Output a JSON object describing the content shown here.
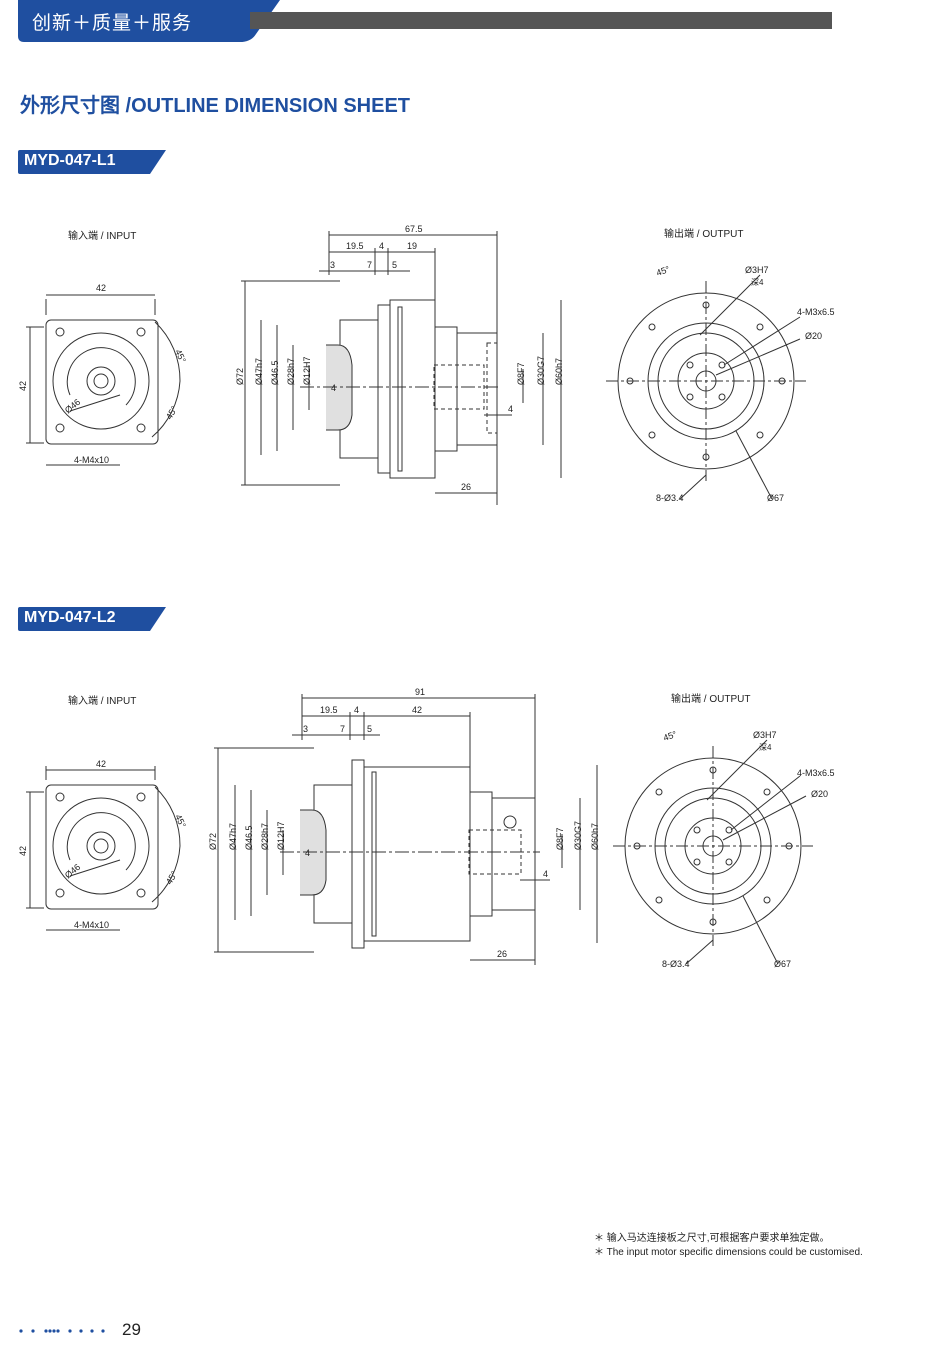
{
  "header": {
    "slogan": "创新＋质量＋服务"
  },
  "page": {
    "title": "外形尺寸图 /OUTLINE DIMENSION SHEET",
    "number": "29"
  },
  "colors": {
    "brand_blue": "#1f4fa0",
    "dark_bar": "#555555"
  },
  "models": [
    {
      "name": "MYD-047-L1",
      "input_label": "输入端 / INPUT",
      "output_label": "输出端 / OUTPUT",
      "input": {
        "width": "42",
        "height": "42",
        "angle1": "45°",
        "angle2": "45°",
        "circle": "Ø46",
        "holes": "4-M4x10"
      },
      "side": {
        "total": "67.5",
        "seg1": "19.5",
        "seg2": "4",
        "seg3": "19",
        "small1": "3",
        "small2": "7",
        "small3": "5",
        "d72": "Ø72",
        "d47": "Ø47h7",
        "d465": "Ø46.5",
        "d28": "Ø28h7",
        "d12": "Ø12H7",
        "key": "4",
        "d8": "Ø8F7",
        "d30": "Ø30G7",
        "d60": "Ø60h7",
        "shaft_key": "4",
        "shaft_len": "26"
      },
      "output": {
        "angle": "45°",
        "pin": "Ø3H7",
        "depth": "深4",
        "tap": "4-M3x6.5",
        "pcd": "Ø20",
        "holes": "8-Ø3.4",
        "flange": "Ø67"
      }
    },
    {
      "name": "MYD-047-L2",
      "input_label": "输入端 / INPUT",
      "output_label": "输出端 / OUTPUT",
      "input": {
        "width": "42",
        "height": "42",
        "angle1": "45°",
        "angle2": "45°",
        "circle": "Ø46",
        "holes": "4-M4x10"
      },
      "side": {
        "total": "91",
        "seg1": "19.5",
        "seg2": "4",
        "seg3": "42",
        "small1": "3",
        "small2": "7",
        "small3": "5",
        "d72": "Ø72",
        "d47": "Ø47h7",
        "d465": "Ø46.5",
        "d28": "Ø28h7",
        "d12": "Ø12H7",
        "key": "4",
        "d8": "Ø8F7",
        "d30": "Ø30G7",
        "d60": "Ø60h7",
        "shaft_key": "4",
        "shaft_len": "26"
      },
      "output": {
        "angle": "45°",
        "pin": "Ø3H7",
        "depth": "深4",
        "tap": "4-M3x6.5",
        "pcd": "Ø20",
        "holes": "8-Ø3.4",
        "flange": "Ø67"
      }
    }
  ],
  "notes": {
    "cn": "＊ 输入马达连接板之尺寸,可根据客户要求单独定做。",
    "en": "＊ The input motor specific dimensions could be customised."
  }
}
